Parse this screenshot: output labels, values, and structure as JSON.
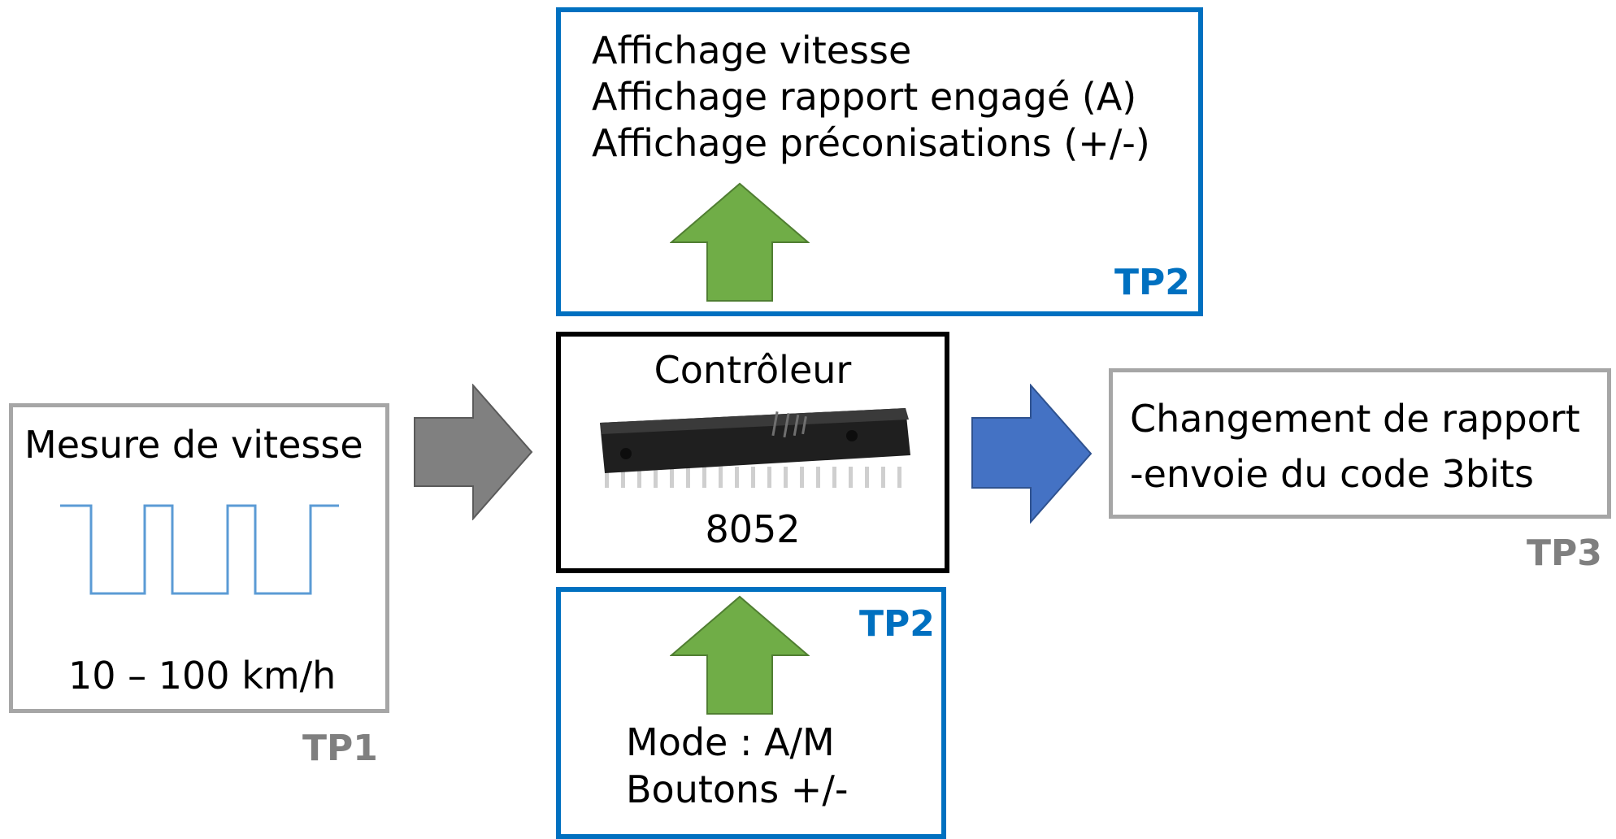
{
  "speed_block": {
    "title": "Mesure de vitesse",
    "range": "10 – 100 km/h",
    "tag": "TP1"
  },
  "display_block": {
    "lines": [
      "Affichage vitesse",
      "Affichage rapport engagé (A)",
      "Affichage préconisations (+/-)"
    ],
    "tag": "TP2"
  },
  "controller_block": {
    "title": "Contrôleur",
    "model": "8052"
  },
  "inputs_block": {
    "lines": [
      "Mode : A/M",
      "Boutons +/-"
    ],
    "tag": "TP2"
  },
  "gear_block": {
    "lines": [
      "Changement de rapport",
      "-envoie du code 3bits"
    ],
    "tag": "TP3"
  },
  "colors": {
    "blue_border": "#0070c0",
    "gray_border": "#a6a6a6",
    "gray_tag": "#7f7f7f",
    "green_arrow": "#70ad47",
    "blue_arrow": "#4472c4",
    "gray_arrow": "#808080",
    "signal": "#5b9bd5"
  }
}
